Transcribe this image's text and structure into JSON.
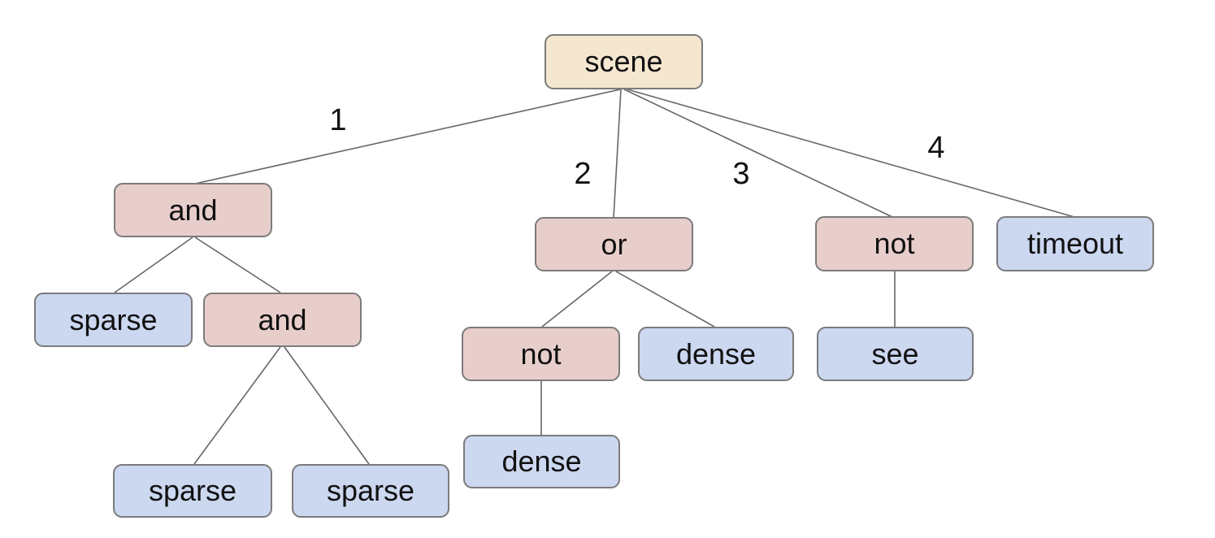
{
  "diagram": {
    "type": "tree",
    "root_label": "scene",
    "colors": {
      "background": "#ffffff",
      "root_fill": "#f5e6d0",
      "operator_fill": "#e8cecb",
      "leaf_fill": "#ccd7f0",
      "node_border": "#7b7b7b",
      "edge_line": "#666666",
      "text": "#111111"
    },
    "nodes": [
      {
        "id": "scene",
        "label": "scene",
        "parent": null,
        "edge_label": null,
        "role": "root"
      },
      {
        "id": "and-1",
        "label": "and",
        "parent": "scene",
        "edge_label": "1",
        "role": "operator"
      },
      {
        "id": "or-1",
        "label": "or",
        "parent": "scene",
        "edge_label": "2",
        "role": "operator"
      },
      {
        "id": "not-1",
        "label": "not",
        "parent": "scene",
        "edge_label": "3",
        "role": "operator"
      },
      {
        "id": "timeout",
        "label": "timeout",
        "parent": "scene",
        "edge_label": "4",
        "role": "leaf"
      },
      {
        "id": "sparse-1",
        "label": "sparse",
        "parent": "and-1",
        "edge_label": null,
        "role": "leaf"
      },
      {
        "id": "and-2",
        "label": "and",
        "parent": "and-1",
        "edge_label": null,
        "role": "operator"
      },
      {
        "id": "not-2",
        "label": "not",
        "parent": "or-1",
        "edge_label": null,
        "role": "operator"
      },
      {
        "id": "dense-1",
        "label": "dense",
        "parent": "or-1",
        "edge_label": null,
        "role": "leaf"
      },
      {
        "id": "see",
        "label": "see",
        "parent": "not-1",
        "edge_label": null,
        "role": "leaf"
      },
      {
        "id": "dense-2",
        "label": "dense",
        "parent": "not-2",
        "edge_label": null,
        "role": "leaf"
      },
      {
        "id": "sparse-2",
        "label": "sparse",
        "parent": "and-2",
        "edge_label": null,
        "role": "leaf"
      },
      {
        "id": "sparse-3",
        "label": "sparse",
        "parent": "and-2",
        "edge_label": null,
        "role": "leaf"
      }
    ],
    "edge_labels": [
      "1",
      "2",
      "3",
      "4"
    ]
  }
}
